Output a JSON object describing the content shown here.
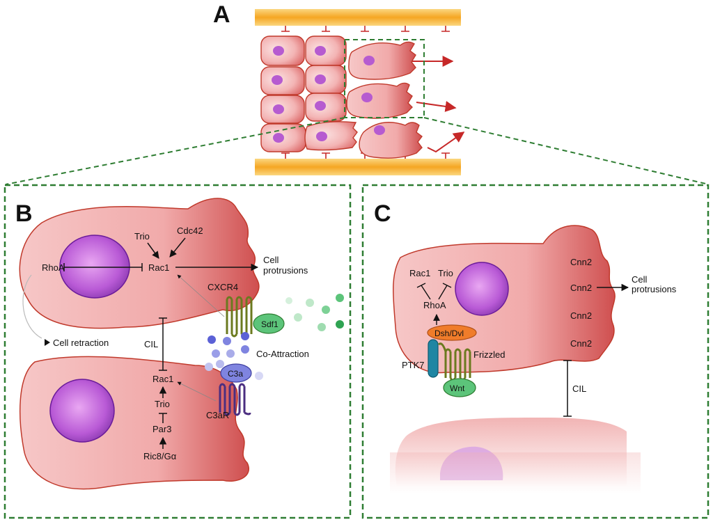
{
  "panels": {
    "a": "A",
    "b": "B",
    "c": "C"
  },
  "b": {
    "trio": "Trio",
    "cdc42": "Cdc42",
    "rhoa": "RhoA",
    "rac1_top": "Rac1",
    "protrusions_1": "Cell",
    "protrusions_2": "protrusions",
    "cxcr4": "CXCR4",
    "sdf1": "Sdf1",
    "retraction": "Cell retraction",
    "cil": "CIL",
    "coattraction": "Co-Attraction",
    "c3a": "C3a",
    "rac1_bottom": "Rac1",
    "trio_bottom": "Trio",
    "par3": "Par3",
    "ric8": "Ric8/Gα",
    "c3ar": "C3aR"
  },
  "c": {
    "rac1": "Rac1",
    "trio": "Trio",
    "rhoa": "RhoA",
    "dsh": "Dsh/Dvl",
    "ptk7": "PTK7",
    "frizzled": "Frizzled",
    "wnt": "Wnt",
    "cnn2_1": "Cnn2",
    "cnn2_2": "Cnn2",
    "cnn2_3": "Cnn2",
    "cnn2_4": "Cnn2",
    "protrusions_1": "Cell",
    "protrusions_2": "protrusions",
    "cil": "CIL"
  },
  "colors": {
    "frame": "#2e7d32",
    "inhibit": "#c62828",
    "band": "#f7b733",
    "cell": "#f2a6a6",
    "nucleus": "#a85cc7",
    "sdf1": "#5cc47a",
    "c3a": "#7f84e0",
    "receptor": "#6b7a1f",
    "dsh": "#f07c2a",
    "ptk7": "#1f86a3",
    "c3ar": "#4b2e80"
  }
}
